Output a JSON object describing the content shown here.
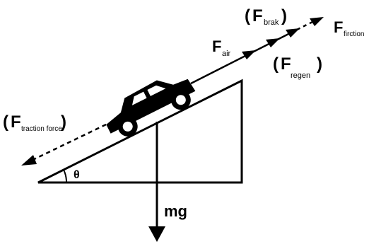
{
  "colors": {
    "ink": "#000000",
    "background": "#ffffff"
  },
  "labels": {
    "angle": "θ",
    "weight": "mg",
    "air": {
      "main": "F",
      "sub": "air"
    },
    "brake": {
      "open": "(",
      "main": "F",
      "sub": "brak",
      "close": ")"
    },
    "regen": {
      "open": "(",
      "main": "F",
      "sub": "regen",
      "close": ")"
    },
    "friction": {
      "main": "F",
      "sub": "firction"
    },
    "traction": {
      "open": "(",
      "main": "F",
      "sub": "traction force",
      "close": ")"
    }
  }
}
